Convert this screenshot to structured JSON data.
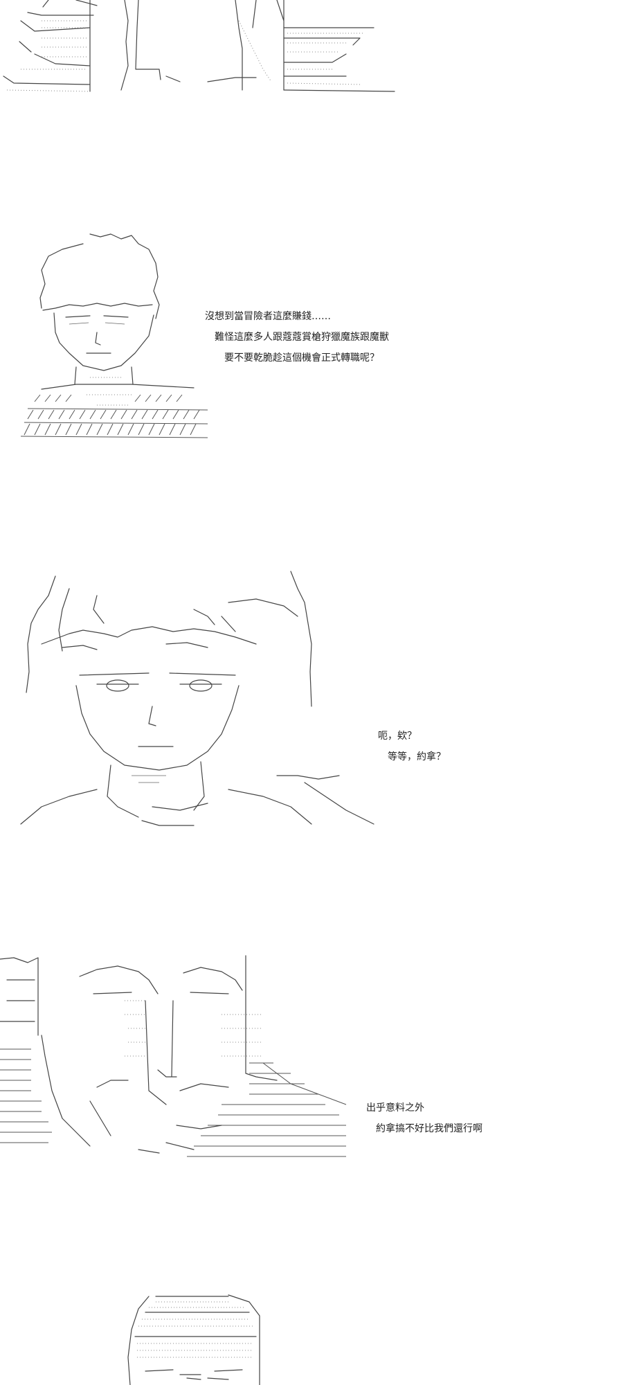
{
  "panels": [
    {
      "id": "panel-1",
      "dialog": []
    },
    {
      "id": "panel-2",
      "dialog": [
        "沒想到當冒險者這麼賺錢……",
        "　難怪這麼多人跟蔻蔻賞槍狩獵魔族跟魔獸",
        "　　要不要乾脆趁這個機會正式轉職呢？"
      ]
    },
    {
      "id": "panel-3",
      "dialog": [
        "呃，欸？",
        "　等等，約拿？"
      ]
    },
    {
      "id": "panel-4",
      "dialog": [
        "出乎意料之外",
        "　約拿搞不好比我們還行啊"
      ]
    },
    {
      "id": "panel-5",
      "dialog": []
    }
  ]
}
